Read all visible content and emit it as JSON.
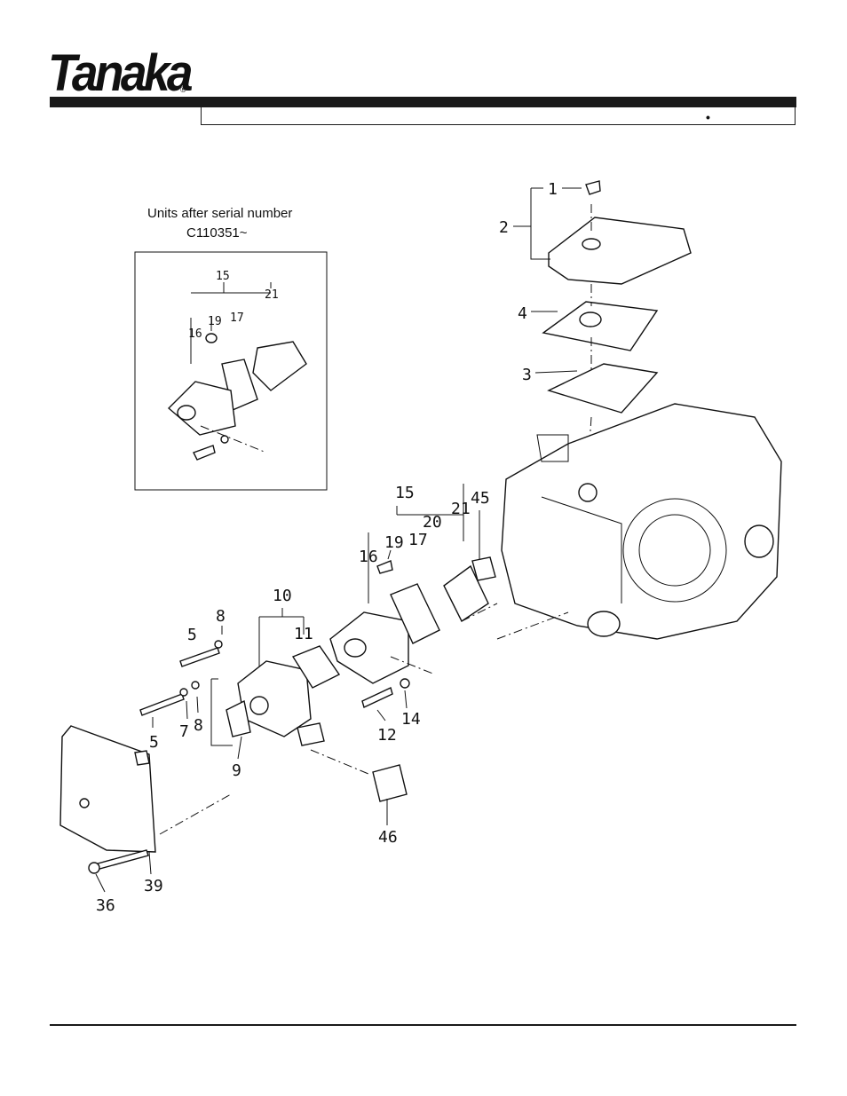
{
  "header": {
    "brand": "Tanaka",
    "registered_mark": "®",
    "bullet": "•"
  },
  "inset": {
    "note_line1": "Units after serial number",
    "note_line2": "C110351~",
    "callouts": [
      "15",
      "19",
      "17",
      "21",
      "16"
    ]
  },
  "diagram": {
    "callouts": {
      "c1": "1",
      "c2": "2",
      "c4": "4",
      "c3": "3",
      "c15": "15",
      "c19": "19",
      "c17": "17",
      "c20": "20",
      "c21": "21",
      "c45": "45",
      "c16": "16",
      "c10": "10",
      "c11": "11",
      "c8a": "8",
      "c5a": "5",
      "c5b": "5",
      "c7": "7",
      "c8b": "8",
      "c9": "9",
      "c12": "12",
      "c14": "14",
      "c46": "46",
      "c36": "36",
      "c39": "39"
    }
  }
}
